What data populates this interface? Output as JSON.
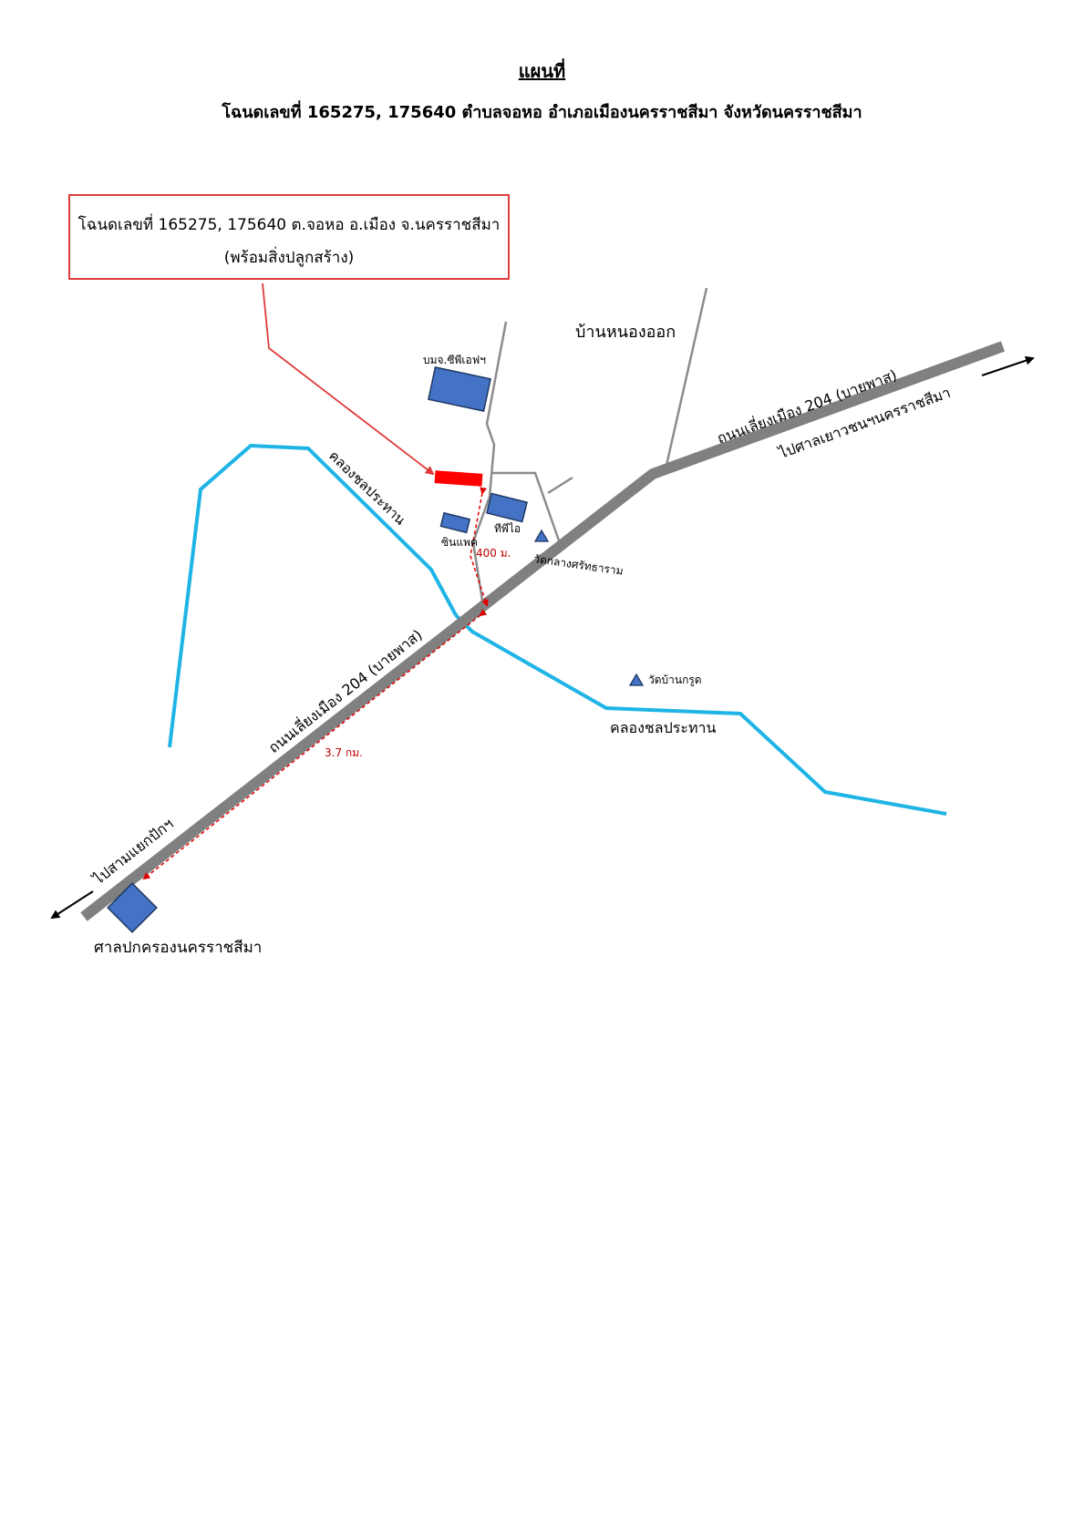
{
  "title": "แผนที่",
  "subtitle": "โฉนดเลขที่ 165275, 175640 ตำบลจอหอ อำเภอเมืองนครราชสีมา จังหวัดนครราชสีมา",
  "callout": {
    "line1": "โฉนดเลขที่ 165275, 175640 ต.จอหอ อ.เมือง จ.นครราชสีมา",
    "line2": "(พร้อมสิ่งปลูกสร้าง)"
  },
  "labels": {
    "village": "บ้านหนองออก",
    "company_cpf": "บมจ.ซีพีเอฟฯ",
    "tpi": "ทีพีไอ",
    "zinpac": "ซินแพค",
    "temple_klang": "วัดกลางศรัทธาราม",
    "temple_krud": "วัดบ้านกรูด",
    "canal_1": "คลองชลประทาน",
    "canal_2": "คลองชลประทาน",
    "bypass_upper": "ถนนเลี่ยงเมือง 204 (บายพาส)",
    "to_youth_court": "ไปศาลเยาวชนฯนครราชสีมา",
    "bypass_lower": "ถนนเลี่ยงเมือง 204 (บายพาส)",
    "to_sam_yaek": "ไปสามแยกปักฯ",
    "admin_court": "ศาลปกครองนครราชสีมา",
    "dist_400": "400 ม.",
    "dist_37": "3.7 กม."
  },
  "colors": {
    "road": "#808080",
    "canal": "#1eb4e6",
    "building": "#4472c4",
    "plot": "#ff0000",
    "callout": "#e03c3c",
    "distance": "#e00000"
  }
}
